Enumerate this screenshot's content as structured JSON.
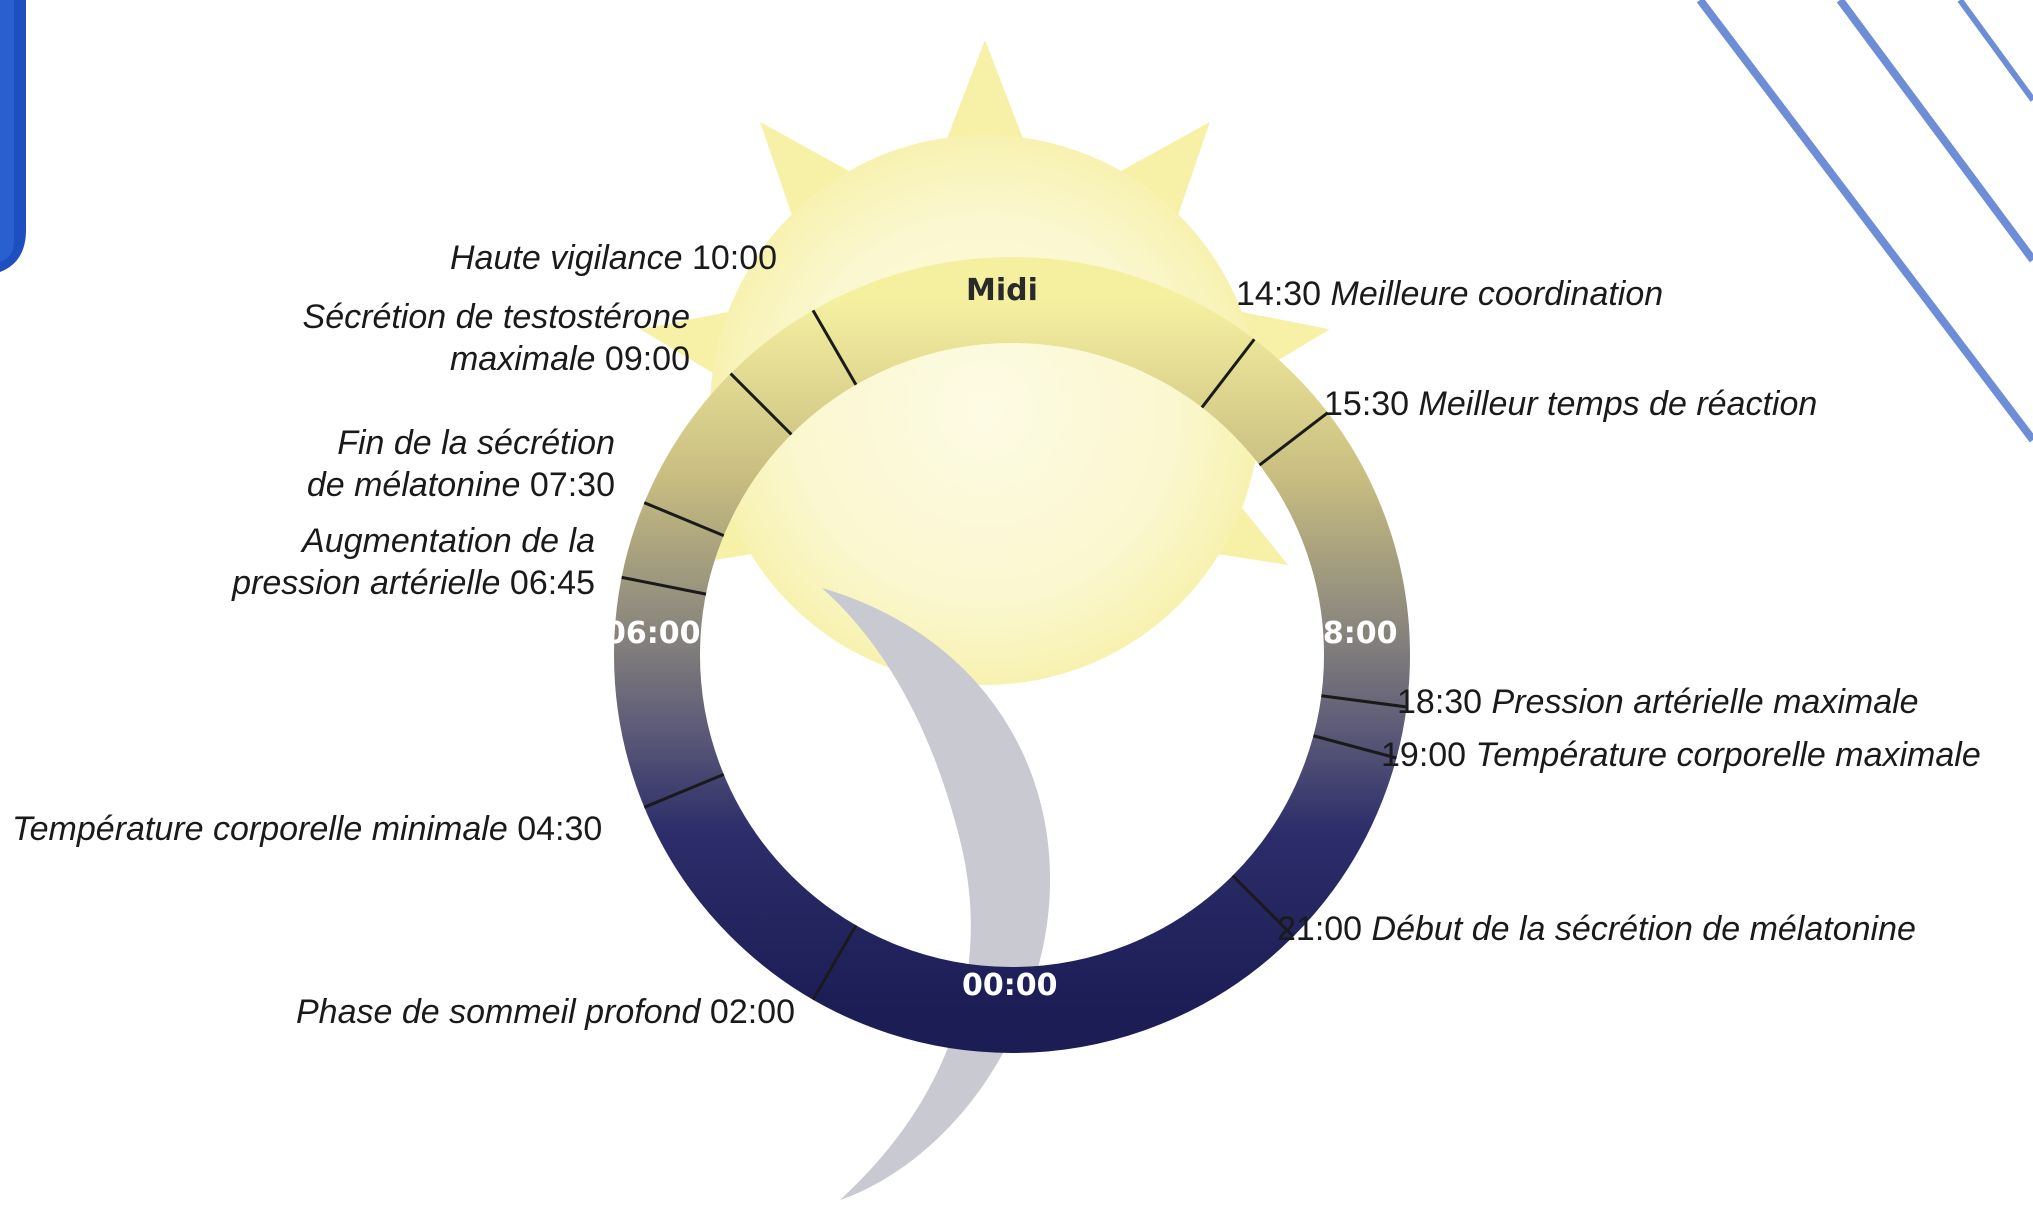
{
  "ring_labels": {
    "noon": "Midi",
    "morning": "06:00",
    "evening": "18:00",
    "midnight": "00:00"
  },
  "events": [
    {
      "id": "vigilance",
      "text": "Haute vigilance",
      "time": "10:00",
      "hour": 10.0
    },
    {
      "id": "testosterone",
      "text_lines": [
        "Sécrétion de testostérone",
        "maximale"
      ],
      "time": "09:00",
      "hour": 9.0
    },
    {
      "id": "melatonin_end",
      "text_lines": [
        "Fin de la sécrétion",
        "de mélatonine"
      ],
      "time": "07:30",
      "hour": 7.5
    },
    {
      "id": "blood_pressure_rise",
      "text_lines": [
        "Augmentation de la",
        "pression artérielle"
      ],
      "time": "06:45",
      "hour": 6.75
    },
    {
      "id": "temp_min",
      "text": "Température corporelle minimale",
      "time": "04:30",
      "hour": 4.5
    },
    {
      "id": "deep_sleep",
      "text": "Phase de sommeil profond",
      "time": "02:00",
      "hour": 2.0
    },
    {
      "id": "coordination",
      "text": "Meilleure coordination",
      "time": "14:30",
      "hour": 14.5
    },
    {
      "id": "reaction",
      "text": "Meilleur temps de réaction",
      "time": "15:30",
      "hour": 15.5
    },
    {
      "id": "bp_max",
      "text": "Pression artérielle maximale",
      "time": "18:30",
      "hour": 18.5
    },
    {
      "id": "temp_max",
      "text": "Température corporelle maximale",
      "time": "19:00",
      "hour": 19.0
    },
    {
      "id": "melatonin_start",
      "text": "Début de la sécrétion de mélatonine",
      "time": "21:00",
      "hour": 21.0
    }
  ],
  "colors": {
    "sun": "#f6f1a6",
    "sun_glow": "#fbf8d0",
    "moon": "#c8c9d1",
    "ring_top": "#f3ee9a",
    "ring_mid": "#8c887c",
    "ring_bottom": "#1e1f5a",
    "accent_blue": "#1f4fbf",
    "stripe_blue": "#6f8fd8"
  }
}
